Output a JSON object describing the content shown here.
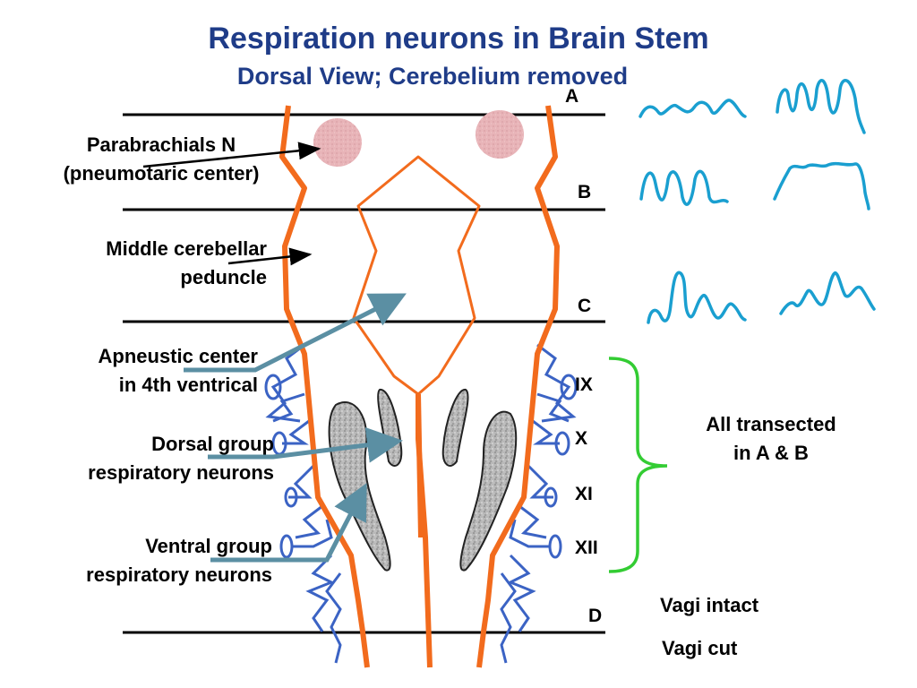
{
  "title": "Respiration neurons in Brain Stem",
  "subtitle": "Dorsal View; Cerebelium removed",
  "levels": {
    "a": "A",
    "b": "B",
    "c": "C",
    "d": "D"
  },
  "nerves": {
    "ix": "IX",
    "x": "X",
    "xi": "XI",
    "xii": "XII"
  },
  "labels": {
    "parabrachial_line1": "Parabrachials N",
    "parabrachial_line2": "(pneumotaric center)",
    "middle_peduncle_line1": "Middle cerebellar",
    "middle_peduncle_line2": "peduncle",
    "apneustic_line1": "Apneustic center",
    "apneustic_line2": "in 4th ventrical",
    "dorsal_group_line1": "Dorsal group",
    "dorsal_group_line2": "respiratory neurons",
    "ventral_group_line1": "Ventral group",
    "ventral_group_line2": "respiratory neurons",
    "transected_line1": "All transected",
    "transected_line2": "in A & B",
    "vagi_intact": "Vagi intact",
    "vagi_cut": "Vagi cut"
  },
  "colors": {
    "title": "#1f3c88",
    "brainstem_outline": "#f26b1d",
    "nerve_lines": "#3b63c4",
    "pointer_arrows": "#5b8fa3",
    "nuclei_fill": "#b8b8b8",
    "parabrachial_fill": "#e8b4b8",
    "brace": "#33cc33",
    "breathing_traces": "#1a9fd0"
  }
}
